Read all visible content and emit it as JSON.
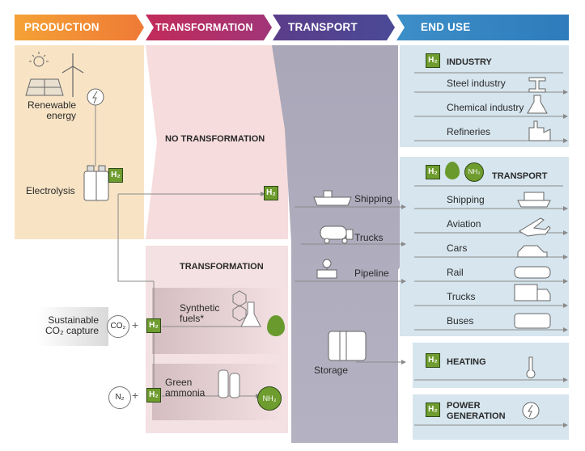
{
  "headers": {
    "production": "PRODUCTION",
    "transformation": "TRANSFORMATION",
    "transport": "TRANSPORT",
    "end_use": "END USE"
  },
  "production": {
    "renewable_energy": "Renewable\nenergy",
    "electrolysis": "Electrolysis",
    "sustainable_capture": "Sustainable\nCO₂ capture",
    "co2": "CO₂",
    "n2": "N₂",
    "plus": "+"
  },
  "transformation": {
    "no_transformation": "NO TRANSFORMATION",
    "transformation": "TRANSFORMATION",
    "synthetic_fuels": "Synthetic\nfuels*",
    "green_ammonia": "Green\nammonia",
    "nh3": "NH₃"
  },
  "transport": {
    "shipping": "Shipping",
    "trucks": "Trucks",
    "pipeline": "Pipeline",
    "storage": "Storage"
  },
  "end_use": {
    "industry": {
      "title": "INDUSTRY",
      "items": [
        "Steel industry",
        "Chemical industry",
        "Refineries"
      ]
    },
    "transport": {
      "title": "TRANSPORT",
      "items": [
        "Shipping",
        "Aviation",
        "Cars",
        "Rail",
        "Trucks",
        "Buses"
      ]
    },
    "heating": {
      "title": "HEATING"
    },
    "power": {
      "title": "POWER\nGENERATION"
    },
    "nh3_badge": "NH₃"
  },
  "h2": "H₂",
  "colors": {
    "production_bg": "#f8e4c5",
    "transformation_bg": "#f6dcdc",
    "transport_bg": "#a6a4b5",
    "end_use_bg": "#d6e5ee",
    "accent_green": "#6f9c2f"
  }
}
